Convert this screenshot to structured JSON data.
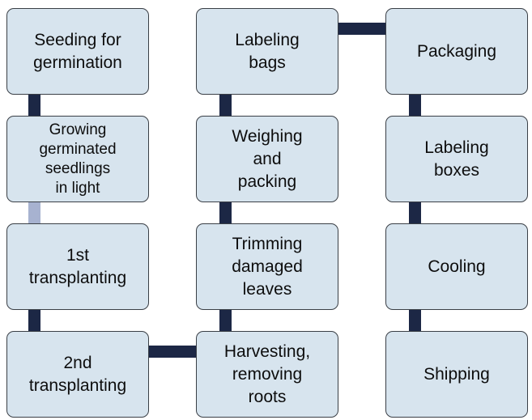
{
  "steps": [
    {
      "id": "seeding",
      "label": "Seeding for\ngermination"
    },
    {
      "id": "growing",
      "label": "Growing\ngerminated\nseedlings\nin light"
    },
    {
      "id": "transplant1",
      "label": "1st\ntransplanting"
    },
    {
      "id": "transplant2",
      "label": "2nd\ntransplanting"
    },
    {
      "id": "harvesting",
      "label": "Harvesting,\nremoving\nroots"
    },
    {
      "id": "trimming",
      "label": "Trimming\ndamaged\nleaves"
    },
    {
      "id": "weighing",
      "label": "Weighing\nand\npacking"
    },
    {
      "id": "labeling-bags",
      "label": "Labeling\nbags"
    },
    {
      "id": "packaging",
      "label": "Packaging"
    },
    {
      "id": "labeling-boxes",
      "label": "Labeling\nboxes"
    },
    {
      "id": "cooling",
      "label": "Cooling"
    },
    {
      "id": "shipping",
      "label": "Shipping"
    }
  ],
  "colors": {
    "box_fill": "#d7e4ee",
    "box_border": "#3a3f46",
    "connector": "#1c2745",
    "connector_light": "#a7b2d0",
    "text": "#0d0d0d"
  }
}
